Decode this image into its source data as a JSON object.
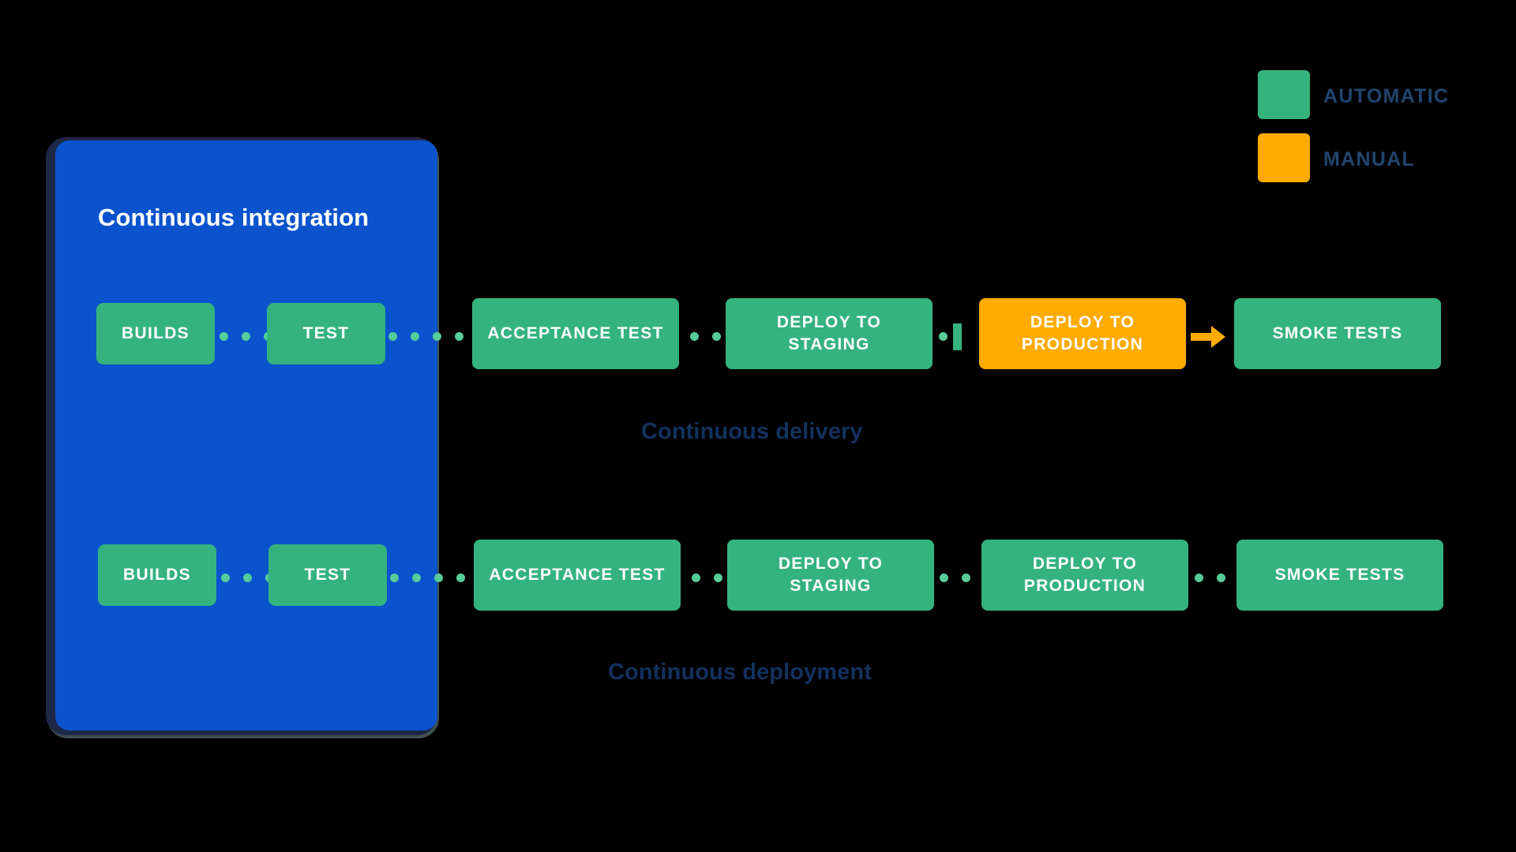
{
  "legend": {
    "items": [
      {
        "label": "AUTOMATIC",
        "color": "#35b37e",
        "swatch_name": "legend-swatch-automatic"
      },
      {
        "label": "MANUAL",
        "color": "#ffab00",
        "swatch_name": "legend-swatch-manual"
      }
    ]
  },
  "ci_panel": {
    "title": "Continuous integration",
    "color": "#0a53cd"
  },
  "rows": [
    {
      "caption": "Continuous delivery",
      "steps": [
        {
          "label": "BUILDS",
          "type": "automatic"
        },
        {
          "label": "TEST",
          "type": "automatic"
        },
        {
          "label": "ACCEPTANCE TEST",
          "type": "automatic"
        },
        {
          "label": "DEPLOY TO STAGING",
          "type": "automatic"
        },
        {
          "label": "DEPLOY TO PRODUCTION",
          "type": "manual"
        },
        {
          "label": "SMOKE TESTS",
          "type": "automatic"
        }
      ],
      "connectors": [
        "dotted",
        "dotted",
        "dotted",
        "gate",
        "arrow"
      ]
    },
    {
      "caption": "Continuous deployment",
      "steps": [
        {
          "label": "BUILDS",
          "type": "automatic"
        },
        {
          "label": "TEST",
          "type": "automatic"
        },
        {
          "label": "ACCEPTANCE TEST",
          "type": "automatic"
        },
        {
          "label": "DEPLOY TO STAGING",
          "type": "automatic"
        },
        {
          "label": "DEPLOY TO PRODUCTION",
          "type": "automatic"
        },
        {
          "label": "SMOKE TESTS",
          "type": "automatic"
        }
      ],
      "connectors": [
        "dotted",
        "dotted",
        "dotted",
        "dotted",
        "dotted"
      ]
    }
  ],
  "colors": {
    "automatic": "#35b37e",
    "manual": "#ffab00",
    "panel_blue": "#0a53cd",
    "caption_navy": "#14315e",
    "legend_navy": "#22456f",
    "dot": "#57cc9a",
    "background": "#000000"
  }
}
